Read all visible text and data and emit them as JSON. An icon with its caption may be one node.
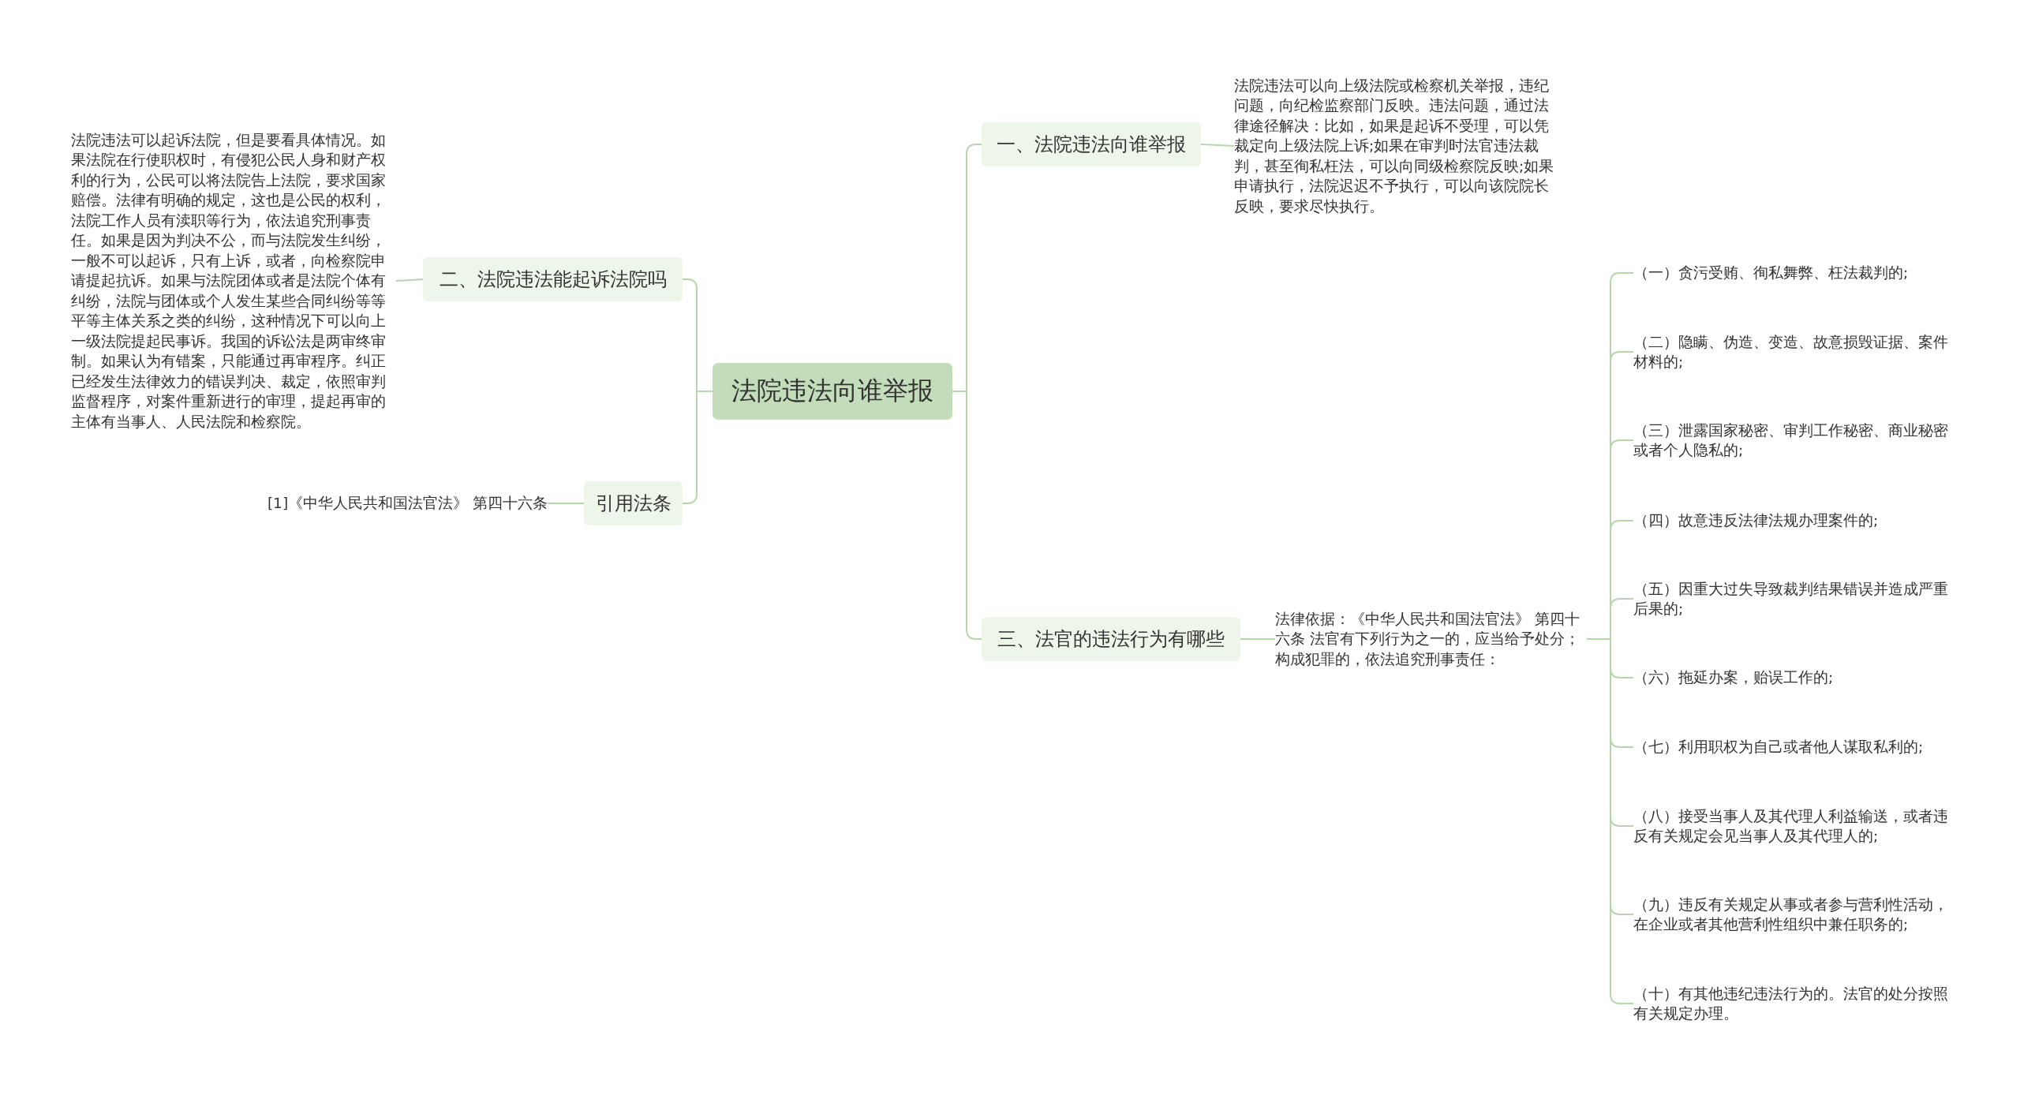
{
  "diagram": {
    "nodes": [
      {
        "text": [
          "法院违法向谁举报"
        ]
      },
      {
        "text": [
          "一、法院违法向谁举报"
        ]
      },
      {
        "text": [
          "法院违法可以向上级法院或检察机关举报，违纪问题，向纪检监察部门反映。违法问题，通过法律途径解决：比如，如果是起诉不受理，可以凭裁定向上级法院上诉;如果在审判时法官违法裁判，甚至徇私枉法，可以向同级检察院反映;如果申请执行，法院迟迟不予执行，可以向该院院长反映，要求尽快执行。"
        ]
      },
      {
        "text": [
          "三、法官的违法行为有哪些"
        ]
      },
      {
        "text": [
          "法律依据：《中华人民共和国法官法》 第四十六条 法官有下列行为之一的，应当给予处分；构成犯罪的，依法追究刑事责任："
        ]
      },
      {
        "text": [
          "（一）贪污受贿、徇私舞弊、枉法裁判的;"
        ]
      },
      {
        "text": [
          "（二）隐瞒、伪造、变造、故意损毁证据、案件材料的;"
        ]
      },
      {
        "text": [
          "（三）泄露国家秘密、审判工作秘密、商业秘密或者个人隐私的;"
        ]
      },
      {
        "text": [
          "（四）故意违反法律法规办理案件的;"
        ]
      },
      {
        "text": [
          "（五）因重大过失导致裁判结果错误并造成严重后果的;"
        ]
      },
      {
        "text": [
          "（六）拖延办案，贻误工作的;"
        ]
      },
      {
        "text": [
          "（七）利用职权为自己或者他人谋取私利的;"
        ]
      },
      {
        "text": [
          "（八）接受当事人及其代理人利益输送，或者违反有关规定会见当事人及其代理人的;"
        ]
      },
      {
        "text": [
          "（九）违反有关规定从事或者参与营利性活动，在企业或者其他营利性组织中兼任职务的;"
        ]
      },
      {
        "text": [
          "（十）有其他违纪违法行为的。法官的处分按照有关规定办理。"
        ]
      },
      {
        "text": [
          "二、法院违法能起诉法院吗"
        ]
      },
      {
        "text": [
          "法院违法可以起诉法院，但是要看具体情况。如果法院在行使职权时，有侵犯公民人身和财产权利的行为，公民可以将法院告上法院，要求国家赔偿。法律有明确的规定，这也是公民的权利，法院工作人员有渎职等行为，依法追究刑事责任。如果是因为判决不公，而与法院发生纠纷，一般不可以起诉，只有上诉，或者，向检察院申请提起抗诉。如果与法院团体或者是法院个体有纠纷，法院与团体或个人发生某些合同纠纷等等平等主体关系之类的纠纷，这种情况下可以向上一级法院提起民事诉。我国的诉讼法是两审终审制。如果认为有错案，只能通过再审程序。纠正已经发生法律效力的错误判决、裁定，依照审判监督程序，对案件重新进行的审理，提起再审的主体有当事人、人民法院和检察院。"
        ]
      },
      {
        "text": [
          "引用法条"
        ]
      },
      {
        "text": [
          "[1]《中华人民共和国法官法》 第四十六条"
        ]
      }
    ],
    "edges": [
      {
        "from": 0,
        "to": 1,
        "arrow": "none"
      },
      {
        "from": 1,
        "to": 2,
        "arrow": "none"
      },
      {
        "from": 0,
        "to": 3,
        "arrow": "none"
      },
      {
        "from": 3,
        "to": 4,
        "arrow": "none"
      },
      {
        "from": 4,
        "to": 5,
        "arrow": "none"
      },
      {
        "from": 4,
        "to": 6,
        "arrow": "none"
      },
      {
        "from": 4,
        "to": 7,
        "arrow": "none"
      },
      {
        "from": 4,
        "to": 8,
        "arrow": "none"
      },
      {
        "from": 4,
        "to": 9,
        "arrow": "none"
      },
      {
        "from": 4,
        "to": 10,
        "arrow": "none"
      },
      {
        "from": 4,
        "to": 11,
        "arrow": "none"
      },
      {
        "from": 4,
        "to": 12,
        "arrow": "none"
      },
      {
        "from": 4,
        "to": 13,
        "arrow": "none"
      },
      {
        "from": 4,
        "to": 14,
        "arrow": "none"
      },
      {
        "from": 0,
        "to": 15,
        "arrow": "none"
      },
      {
        "from": 15,
        "to": 16,
        "arrow": "none"
      },
      {
        "from": 0,
        "to": 17,
        "arrow": "none"
      },
      {
        "from": 17,
        "to": 18,
        "arrow": "none"
      }
    ]
  }
}
